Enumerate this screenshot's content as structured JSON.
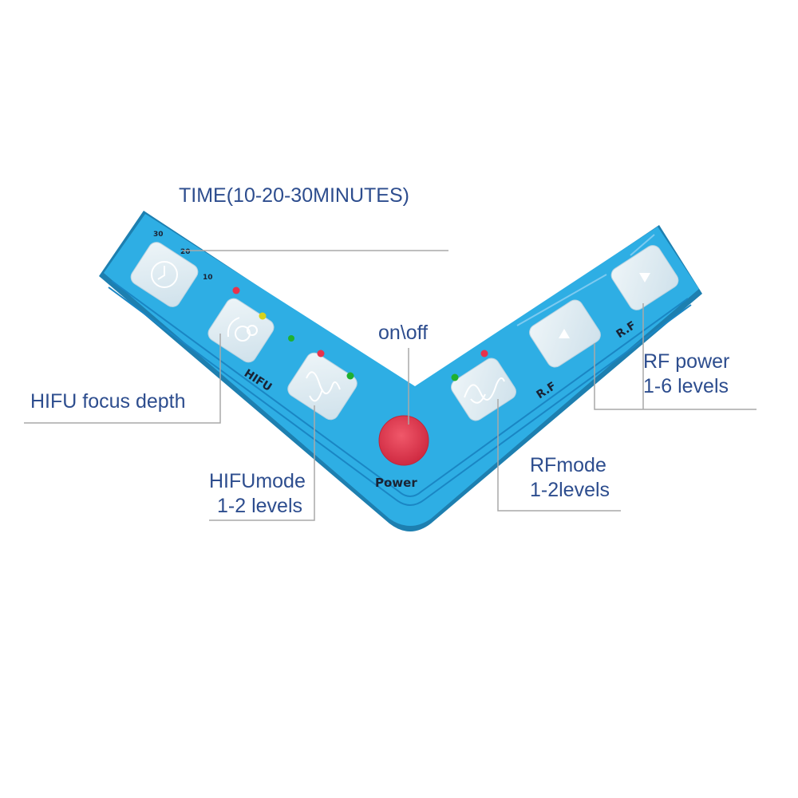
{
  "callouts": {
    "time": "TIME(10-20-30MINUTES)",
    "on_off": "on\\off",
    "hifu_focus": "HIFU focus depth",
    "hifu_mode_line1": "HIFUmode",
    "hifu_mode_line2": "1-2 levels",
    "rf_mode_line1": "RFmode",
    "rf_mode_line2": "1-2levels",
    "rf_power_line1": "RF power",
    "rf_power_line2": "1-6 levels"
  },
  "panel": {
    "scale_30": "30",
    "scale_20": "20",
    "scale_10": "10",
    "hifu_label": "HIFU",
    "power_label": "Power",
    "rf_label_1": "R.F",
    "rf_label_2": "R.F"
  },
  "colors": {
    "panel": "#2eaee4",
    "panel_edge": "#1f8fc4",
    "button": "#dbeaf2",
    "power_button": "#e0344c",
    "led_red": "#e8324c",
    "led_green": "#1fb02f",
    "led_yellow": "#d7d21c",
    "callout_text": "#2d4d8e",
    "leader_line": "#a8a8a8"
  },
  "icons": {
    "timer_button": "clock-icon",
    "focus_button": "focus-depth-icon",
    "hifu_mode_button": "wave-icon",
    "rf_mode_button": "wave-icon",
    "rf_up_button": "triangle-up-icon",
    "rf_down_button": "triangle-down-icon",
    "power_button": "power-button"
  }
}
